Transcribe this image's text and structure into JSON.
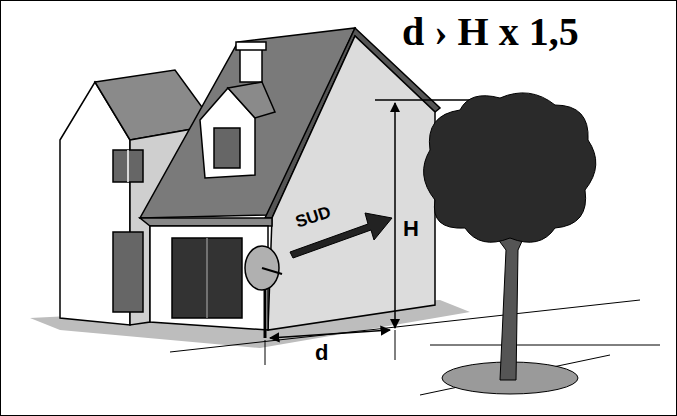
{
  "diagram": {
    "title": "d › H x 1,5",
    "labels": [
      "SUD",
      "H",
      "d"
    ]
  }
}
